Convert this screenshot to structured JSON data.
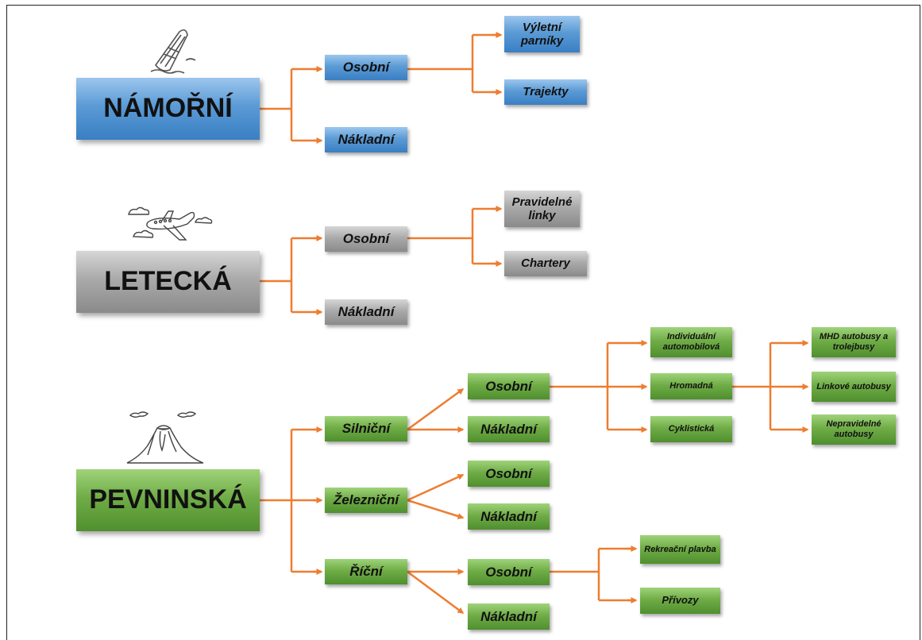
{
  "namorni": {
    "title": "NÁMOŘNÍ",
    "osobni": "Osobní",
    "nakladni": "Nákladní",
    "vyletni": "Výletní parníky",
    "trajekty": "Trajekty"
  },
  "letecka": {
    "title": "LETECKÁ",
    "osobni": "Osobní",
    "nakladni": "Nákladní",
    "pravidelne": "Pravidelné linky",
    "chartery": "Chartery"
  },
  "pevninska": {
    "title": "PEVNINSKÁ",
    "silnicni": "Silniční",
    "zeleznicni": "Železniční",
    "ricni": "Říční",
    "silnicni_osobni": "Osobní",
    "silnicni_nakladni": "Nákladní",
    "zeleznicni_osobni": "Osobní",
    "zeleznicni_nakladni": "Nákladní",
    "ricni_osobni": "Osobní",
    "ricni_nakladni": "Nákladní",
    "individualni": "Individuální automobilová",
    "hromadna": "Hromadná",
    "cyklisticka": "Cyklistická",
    "mhd": "MHD autobusy a trolejbusy",
    "linkove": "Linkové autobusy",
    "nepravidelne": "Nepravidelné autobusy",
    "rekreacni": "Rekreační plavba",
    "privozy": "Přívozy"
  },
  "icons": [
    "boat-icon",
    "airplane-icon",
    "volcano-icon"
  ],
  "colors": {
    "connector": "#ed7d31",
    "blue": "#5b9bd5",
    "gray": "#a6a6a6",
    "green": "#70ad47"
  }
}
